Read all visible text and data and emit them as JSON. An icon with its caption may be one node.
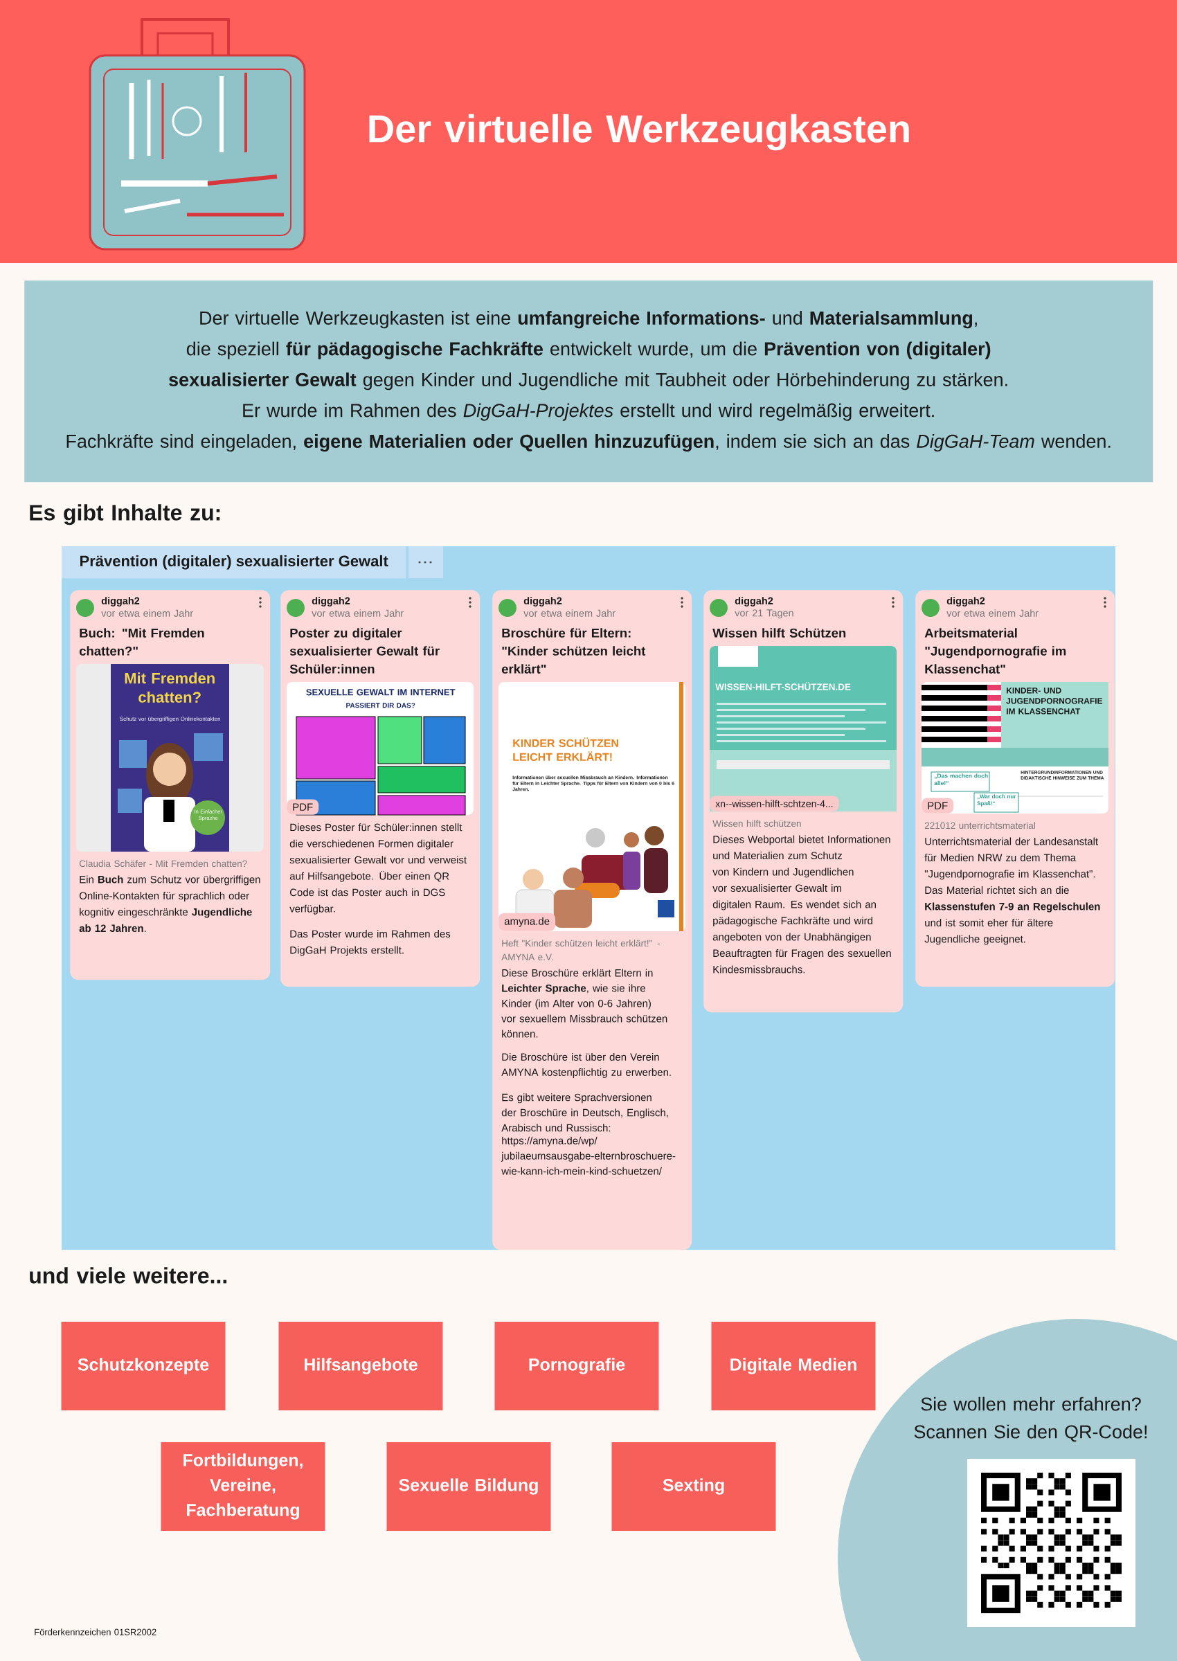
{
  "diagram": {
    "title": "Der virtuelle Werkzeugkasten",
    "nodes": [
      {
        "text": [
          "Der virtuelle Werkzeugkasten ist eine **umfangreiche Informations-** und **Materialsammlung**, die speziell **für pädagogische Fachkräfte** entwickelt wurde, um die **Prävention von (digitaler) sexualisierter Gewalt** gegen Kinder und Jugendliche mit Taubheit oder Hörbehinderung zu stärken.",
          "Er wurde im Rahmen des *DigGaH-Projektes* erstellt und wird regelmäßig erweitert.",
          "Fachkräfte sind eingeladen, **eigene Materialien oder Quellen hinzuzufügen**, indem sie sich an das *DigGaH-Team* wenden."
        ]
      },
      {
        "text": [
          "Prävention (digitaler) sexualisierter Gewalt"
        ]
      },
      {
        "text": [
          "diggah2",
          "vor etwa einem Jahr",
          "Buch: \"Mit Fremden chatten?\"",
          "Claudia Schäfer - Mit Fremden chatten?",
          "Ein **Buch** zum Schutz vor übergriffigen Online-Kontakten für sprachlich oder kognitiv eingeschränkte **Jugendliche ab 12 Jahren**."
        ],
        "in": 1
      },
      {
        "text": [
          "diggah2",
          "vor etwa einem Jahr",
          "Poster zu digitaler sexualisierter Gewalt für Schüler:innen",
          "Dieses Poster für Schüler:innen stellt die verschiedenen Formen digitaler sexualisierter Gewalt vor und verweist auf Hilfsangebote. Über einen QR Code ist das Poster auch in DGS verfügbar.",
          "Das Poster wurde im Rahmen des DigGaH Projekts erstellt."
        ],
        "in": 1
      },
      {
        "text": [
          "diggah2",
          "vor etwa einem Jahr",
          "Broschüre für Eltern: \"Kinder schützen leicht erklärt\"",
          "Heft \"Kinder schützen leicht erklärt!\" - AMYNA e.V.",
          "Diese Broschüre erklärt Eltern in **Leichter Sprache**, wie sie ihre Kinder (im Alter von 0-6 Jahren) vor sexuellem Missbrauch schützen können.",
          "Die Broschüre ist über den Verein AMYNA kostenpflichtig zu erwerben.",
          "Es gibt weitere Sprachversionen der Broschüre in Deutsch, Englisch, Arabisch und Russisch:",
          "https://amyna.de/wp/jubilaeumsausgabe-elternbroschuere-wie-kann-ich-mein-kind-schuetzen/"
        ],
        "in": 1
      },
      {
        "text": [
          "diggah2",
          "vor 21 Tagen",
          "Wissen hilft Schützen",
          "Wissen hilft schützen",
          "Dieses Webportal bietet Informationen und Materialien zum Schutz von Kindern und Jugendlichen vor sexualisierter Gewalt im digitalen Raum. Es wendet sich an pädagogische Fachkräfte und wird angeboten von der Unabhängigen Beauftragten für Fragen des sexuellen Kindesmissbrauchs."
        ],
        "in": 1
      },
      {
        "text": [
          "diggah2",
          "vor etwa einem Jahr",
          "Arbeitsmaterial \"Jugendpornografie im Klassenchat\"",
          "221012 unterrichtsmaterial",
          "Unterrichtsmaterial der Landesanstalt für Medien NRW zu dem Thema \"Jugendpornografie im Klassenchat\". Das Material richtet sich an die **Klassenstufen 7-9 an Regelschulen** und ist somit eher für ältere Jugendliche geeignet."
        ],
        "in": 1
      },
      {
        "text": [
          "Schutzkonzepte"
        ]
      },
      {
        "text": [
          "Hilfsangebote"
        ]
      },
      {
        "text": [
          "Pornografie"
        ]
      },
      {
        "text": [
          "Digitale Medien"
        ]
      },
      {
        "text": [
          "Fortbildungen, Vereine, Fachberatung"
        ]
      },
      {
        "text": [
          "Sexuelle Bildung"
        ]
      },
      {
        "text": [
          "Sexting"
        ]
      },
      {
        "text": [
          "Sie wollen mehr erfahren? Scannen Sie den QR-Code!"
        ]
      }
    ],
    "labels": [
      "Es gibt Inhalte zu:",
      "Mit Fremden chatten?",
      "Schutz vor übergriffigen Onlinekontakten",
      "In Einfacher Sprache",
      "SEXUELLE GEWALT IM INTERNET",
      "PASSIERT DIR DAS?",
      "PDF",
      "KINDER SCHÜTZEN LEICHT ERKLÄRT!",
      "Informationen über sexuellen Missbrauch an Kindern. Informationen für Eltern in Leichter Sprache. Tipps für Eltern von Kindern von 0 bis 6 Jahren.",
      "amyna.de",
      "WISSEN-HILFT-SCHÜTZEN.DE",
      "xn--wissen-hilft-schtzen-4...",
      "KINDER- UND JUGENDPORNOGRAFIE IM KLASSENCHAT",
      "„Das machen doch alle!“",
      "HINTERGRUNDINFORMATIONEN UND DIDAKTISCHE HINWEISE ZUM THEMA",
      "„War doch nur Spaß!“",
      "PDF",
      "und viele weitere...",
      "Förderkennzeichen 01SR2002"
    ]
  }
}
